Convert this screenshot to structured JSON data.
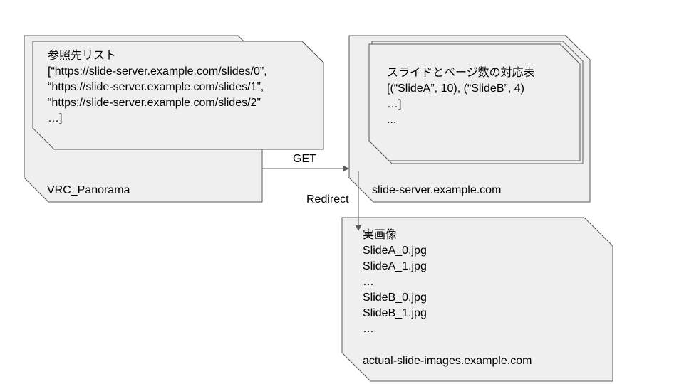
{
  "diagram": {
    "vrc_panorama": {
      "label": "VRC_Panorama",
      "list_title": "参照先リスト",
      "list_lines": [
        "[“https://slide-server.example.com/slides/0”,",
        "“https://slide-server.example.com/slides/1”,",
        "“https://slide-server.example.com/slides/2”",
        "…]"
      ]
    },
    "slide_server": {
      "label": "slide-server.example.com",
      "table_title": "スライドとページ数の対応表",
      "table_lines": [
        "[(“SlideA”, 10), (“SlideB”, 4)",
        "…]",
        "..."
      ]
    },
    "image_server": {
      "label": "actual-slide-images.example.com",
      "images_title": "実画像",
      "image_lines": [
        "SlideA_0.jpg",
        "SlideA_1.jpg",
        "…",
        "SlideB_0.jpg",
        "SlideB_1.jpg",
        "…"
      ]
    },
    "arrows": {
      "get_label": "GET",
      "redirect_label": "Redirect"
    },
    "colors": {
      "card_fill": "#efefef",
      "card_stroke": "#595959",
      "arrow": "#595959"
    }
  }
}
